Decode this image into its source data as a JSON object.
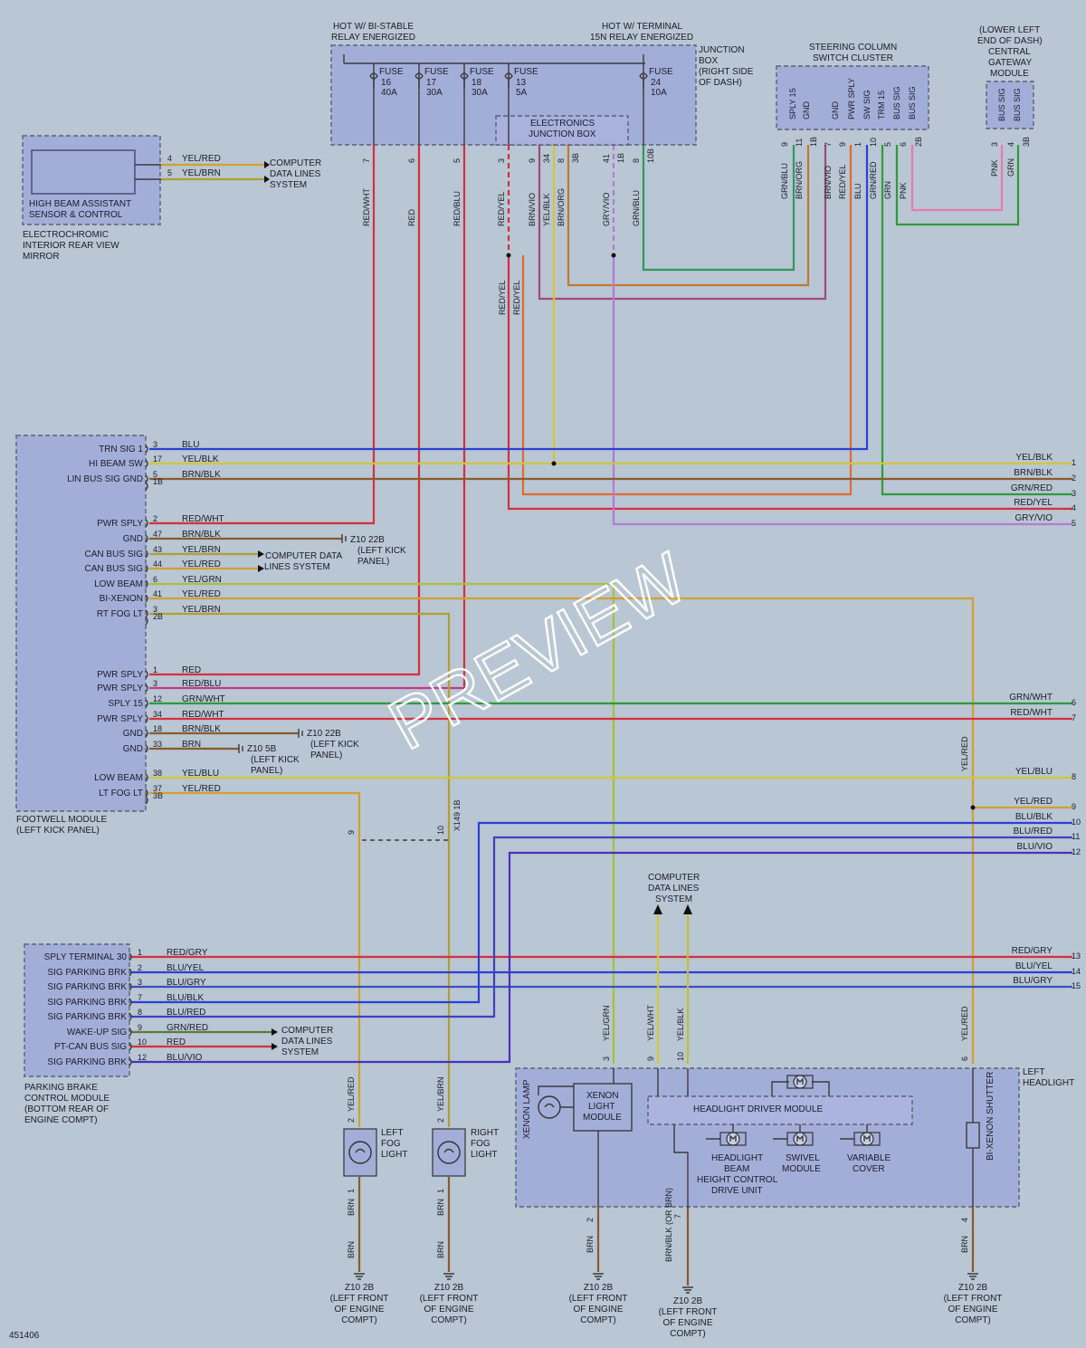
{
  "watermark": "PREVIEW",
  "doc_id": "451406",
  "colors": {
    "RED": "#d6303c",
    "BLU": "#2b3fd6",
    "YEL": "#d2c63a",
    "GRN": "#2f9a3a",
    "BRN": "#8a5a2c",
    "ORG": "#e08a30",
    "VIO": "#b37ad6",
    "WHT": "#f0f0f0",
    "BLK": "#2a2a2a",
    "PNK": "#e87ab0",
    "GRY": "#8a8a8a"
  },
  "labels": {
    "hot_bistable": "HOT W/ BI-STABLE",
    "relay_energized_1": "RELAY ENERGIZED",
    "hot_terminal": "HOT W/ TERMINAL",
    "relay_energized_2": "15N RELAY ENERGIZED",
    "jbox_1": "JUNCTION",
    "jbox_2": "BOX",
    "jbox_3": "(RIGHT SIDE",
    "jbox_4": "OF DASH)",
    "ejb_1": "ELECTRONICS",
    "ejb_2": "JUNCTION BOX",
    "scs_1": "STEERING COLUMN",
    "scs_2": "SWITCH CLUSTER",
    "cgm_1": "(LOWER LEFT",
    "cgm_2": "END OF DASH)",
    "cgm_3": "CENTRAL",
    "cgm_4": "GATEWAY",
    "cgm_5": "MODULE",
    "hba_1": "HIGH BEAM ASSISTANT",
    "hba_2": "SENSOR & CONTROL",
    "mirror_1": "ELECTROCHROMIC",
    "mirror_2": "INTERIOR REAR VIEW",
    "mirror_3": "MIRROR",
    "cdl_1": "COMPUTER",
    "cdl_2": "DATA LINES",
    "cdl_3": "SYSTEM",
    "cdl_inline_1": "COMPUTER DATA",
    "cdl_inline_2": "LINES SYSTEM",
    "fm_1": "FOOTWELL MODULE",
    "fm_2": "(LEFT KICK PANEL)",
    "pbcm_1": "PARKING BRAKE",
    "pbcm_2": "CONTROL MODULE",
    "pbcm_3": "(BOTTOM REAR OF",
    "pbcm_4": "ENGINE COMPT)",
    "lh_1": "LEFT",
    "lh_2": "HEADLIGHT",
    "xenon_lamp": "XENON LAMP",
    "xlm_1": "XENON",
    "xlm_2": "LIGHT",
    "xlm_3": "MODULE",
    "hdm": "HEADLIGHT DRIVER MODULE",
    "hbh_1": "HEADLIGHT",
    "hbh_2": "BEAM",
    "hbh_3": "HEIGHT CONTROL",
    "hbh_4": "DRIVE UNIT",
    "swivel_1": "SWIVEL",
    "swivel_2": "MODULE",
    "varcov_1": "VARIABLE",
    "varcov_2": "COVER",
    "shutter": "BI-XENON SHUTTER",
    "lfog_1": "LEFT",
    "lfog_2": "FOG",
    "lfog_3": "LIGHT",
    "rfog_1": "RIGHT",
    "rfog_2": "FOG",
    "rfog_3": "LIGHT",
    "z1022b_a": "Z10 22B",
    "lkp_1": "(LEFT KICK",
    "lkp_2": "PANEL)",
    "z105b": "Z10 5B",
    "z102b": "Z10 2B",
    "lfe_1": "(LEFT FRONT",
    "lfe_2": "OF ENGINE",
    "lfe_3": "COMPT)",
    "x149": "X149 1B"
  },
  "fuses": [
    {
      "name": "FUSE",
      "num": "16",
      "amp": "40A"
    },
    {
      "name": "FUSE",
      "num": "17",
      "amp": "30A"
    },
    {
      "name": "FUSE",
      "num": "18",
      "amp": "30A"
    },
    {
      "name": "FUSE",
      "num": "13",
      "amp": "5A"
    },
    {
      "name": "FUSE",
      "num": "24",
      "amp": "10A"
    }
  ],
  "scs_pins": [
    "SPLY 15",
    "GND",
    "GND",
    "PWR SPLY",
    "SW SIG",
    "TRM 15",
    "BUS SIG",
    "BUS SIG"
  ],
  "cgm_pins": [
    "BUS SIG",
    "BUS SIG"
  ],
  "footwell_pins": [
    {
      "name": "TRN SIG 1",
      "pin": "3",
      "wire": "BLU"
    },
    {
      "name": "HI BEAM SW",
      "pin": "17",
      "wire": "YEL/BLK"
    },
    {
      "name": "LIN BUS SIG GND",
      "pin": "5",
      "wire": "BRN/BLK"
    },
    {
      "name": "",
      "pin": "1B",
      "wire": ""
    },
    {
      "name": "PWR SPLY",
      "pin": "2",
      "wire": "RED/WHT"
    },
    {
      "name": "GND",
      "pin": "47",
      "wire": "BRN/BLK"
    },
    {
      "name": "CAN BUS SIG",
      "pin": "43",
      "wire": "YEL/BRN"
    },
    {
      "name": "CAN BUS SIG",
      "pin": "44",
      "wire": "YEL/RED"
    },
    {
      "name": "LOW BEAM",
      "pin": "6",
      "wire": "YEL/GRN"
    },
    {
      "name": "BI-XENON",
      "pin": "41",
      "wire": "YEL/RED"
    },
    {
      "name": "RT FOG LT",
      "pin": "3",
      "wire": "YEL/BRN"
    },
    {
      "name": "",
      "pin": "2B",
      "wire": ""
    },
    {
      "name": "PWR SPLY",
      "pin": "1",
      "wire": "RED"
    },
    {
      "name": "PWR SPLY",
      "pin": "3",
      "wire": "RED/BLU"
    },
    {
      "name": "SPLY 15",
      "pin": "12",
      "wire": "GRN/WHT"
    },
    {
      "name": "PWR SPLY",
      "pin": "34",
      "wire": "RED/WHT"
    },
    {
      "name": "GND",
      "pin": "18",
      "wire": "BRN/BLK"
    },
    {
      "name": "GND",
      "pin": "33",
      "wire": "BRN"
    },
    {
      "name": "LOW BEAM",
      "pin": "38",
      "wire": "YEL/BLU"
    },
    {
      "name": "LT FOG LT",
      "pin": "37",
      "wire": "YEL/RED"
    },
    {
      "name": "",
      "pin": "3B",
      "wire": ""
    }
  ],
  "pbcm_pins": [
    {
      "name": "SPLY TERMINAL 30",
      "pin": "1",
      "wire": "RED/GRY"
    },
    {
      "name": "SIG PARKING BRK",
      "pin": "2",
      "wire": "BLU/YEL"
    },
    {
      "name": "SIG PARKING BRK",
      "pin": "3",
      "wire": "BLU/GRY"
    },
    {
      "name": "SIG PARKING BRK",
      "pin": "7",
      "wire": "BLU/BLK"
    },
    {
      "name": "SIG PARKING BRK",
      "pin": "8",
      "wire": "BLU/RED"
    },
    {
      "name": "WAKE-UP SIG",
      "pin": "9",
      "wire": "GRN/RED"
    },
    {
      "name": "PT-CAN BUS SIG",
      "pin": "10",
      "wire": "RED"
    },
    {
      "name": "SIG PARKING BRK",
      "pin": "12",
      "wire": "BLU/VIO"
    }
  ],
  "right_outputs": [
    {
      "label": "YEL/BLK",
      "num": "1"
    },
    {
      "label": "BRN/BLK",
      "num": "2"
    },
    {
      "label": "GRN/RED",
      "num": "3"
    },
    {
      "label": "RED/YEL",
      "num": "4"
    },
    {
      "label": "GRY/VIO",
      "num": "5"
    },
    {
      "label": "GRN/WHT",
      "num": "6"
    },
    {
      "label": "RED/WHT",
      "num": "7"
    },
    {
      "label": "YEL/BLU",
      "num": "8"
    },
    {
      "label": "YEL/RED",
      "num": "9"
    },
    {
      "label": "BLU/BLK",
      "num": "10"
    },
    {
      "label": "BLU/RED",
      "num": "11"
    },
    {
      "label": "BLU/VIO",
      "num": "12"
    },
    {
      "label": "RED/GRY",
      "num": "13"
    },
    {
      "label": "BLU/YEL",
      "num": "14"
    },
    {
      "label": "BLU/GRY",
      "num": "15"
    }
  ],
  "hba_pins": [
    {
      "pin": "4",
      "wire": "YEL/RED"
    },
    {
      "pin": "5",
      "wire": "YEL/BRN"
    }
  ],
  "vertical_wires": [
    {
      "pin": "7",
      "label": "RED/WHT"
    },
    {
      "pin": "6",
      "label": "RED"
    },
    {
      "pin": "5",
      "label": "RED/BLU"
    },
    {
      "pin": "3",
      "label": "RED/YEL"
    },
    {
      "pin": "9",
      "label": "BRN/VIO"
    },
    {
      "pin": "34",
      "label": "YEL/BLK"
    },
    {
      "pin": "8",
      "label": "BRN/ORG"
    },
    {
      "pin": "3B",
      "label": ""
    },
    {
      "pin": "41",
      "label": "GRY/VIO"
    },
    {
      "pin": "1B",
      "label": ""
    },
    {
      "pin": "8",
      "label": "GRN/BLU"
    },
    {
      "pin": "10B",
      "label": ""
    }
  ],
  "scs_wires": [
    {
      "pin": "9",
      "label": "GRN/BLU"
    },
    {
      "pin": "11",
      "label": "BRN/ORG"
    },
    {
      "pin": "1B",
      "label": ""
    },
    {
      "pin": "7",
      "label": "BRN/VIO"
    },
    {
      "pin": "9",
      "label": "RED/YEL"
    },
    {
      "pin": "1",
      "label": "BLU"
    },
    {
      "pin": "10",
      "label": "GRN/RED"
    },
    {
      "pin": "5",
      "label": "GRN"
    },
    {
      "pin": "6",
      "label": "PNK"
    },
    {
      "pin": "2B",
      "label": ""
    }
  ],
  "cgm_wires": [
    {
      "pin": "3",
      "label": "PNK"
    },
    {
      "pin": "4",
      "label": "GRN"
    },
    {
      "pin": "3B",
      "label": ""
    }
  ],
  "headlight_inputs": [
    {
      "pin": "3",
      "label": "YEL/GRN"
    },
    {
      "pin": "9",
      "label": "YEL/WHT"
    },
    {
      "pin": "10",
      "label": "YEL/BLK"
    },
    {
      "pin": "6",
      "label": "YEL/RED"
    }
  ],
  "headlight_grounds": [
    {
      "pin": "2",
      "label": "BRN"
    },
    {
      "pin": "7",
      "label": "BRN/BLK (OR BRN)"
    },
    {
      "pin": "4",
      "label": "BRN"
    }
  ],
  "fog_wires": [
    {
      "pin": "2",
      "label": "YEL/RED"
    },
    {
      "pin": "2",
      "label": "YEL/BRN"
    }
  ],
  "fog_grounds": [
    {
      "pin": "1",
      "label": "BRN"
    },
    {
      "pin": "1",
      "label": "BRN"
    }
  ],
  "splice_pins": [
    "9",
    "10"
  ],
  "misc": {
    "yel_red_vert": "RED/YEL",
    "yel_red_vert2": "YEL/RED"
  }
}
